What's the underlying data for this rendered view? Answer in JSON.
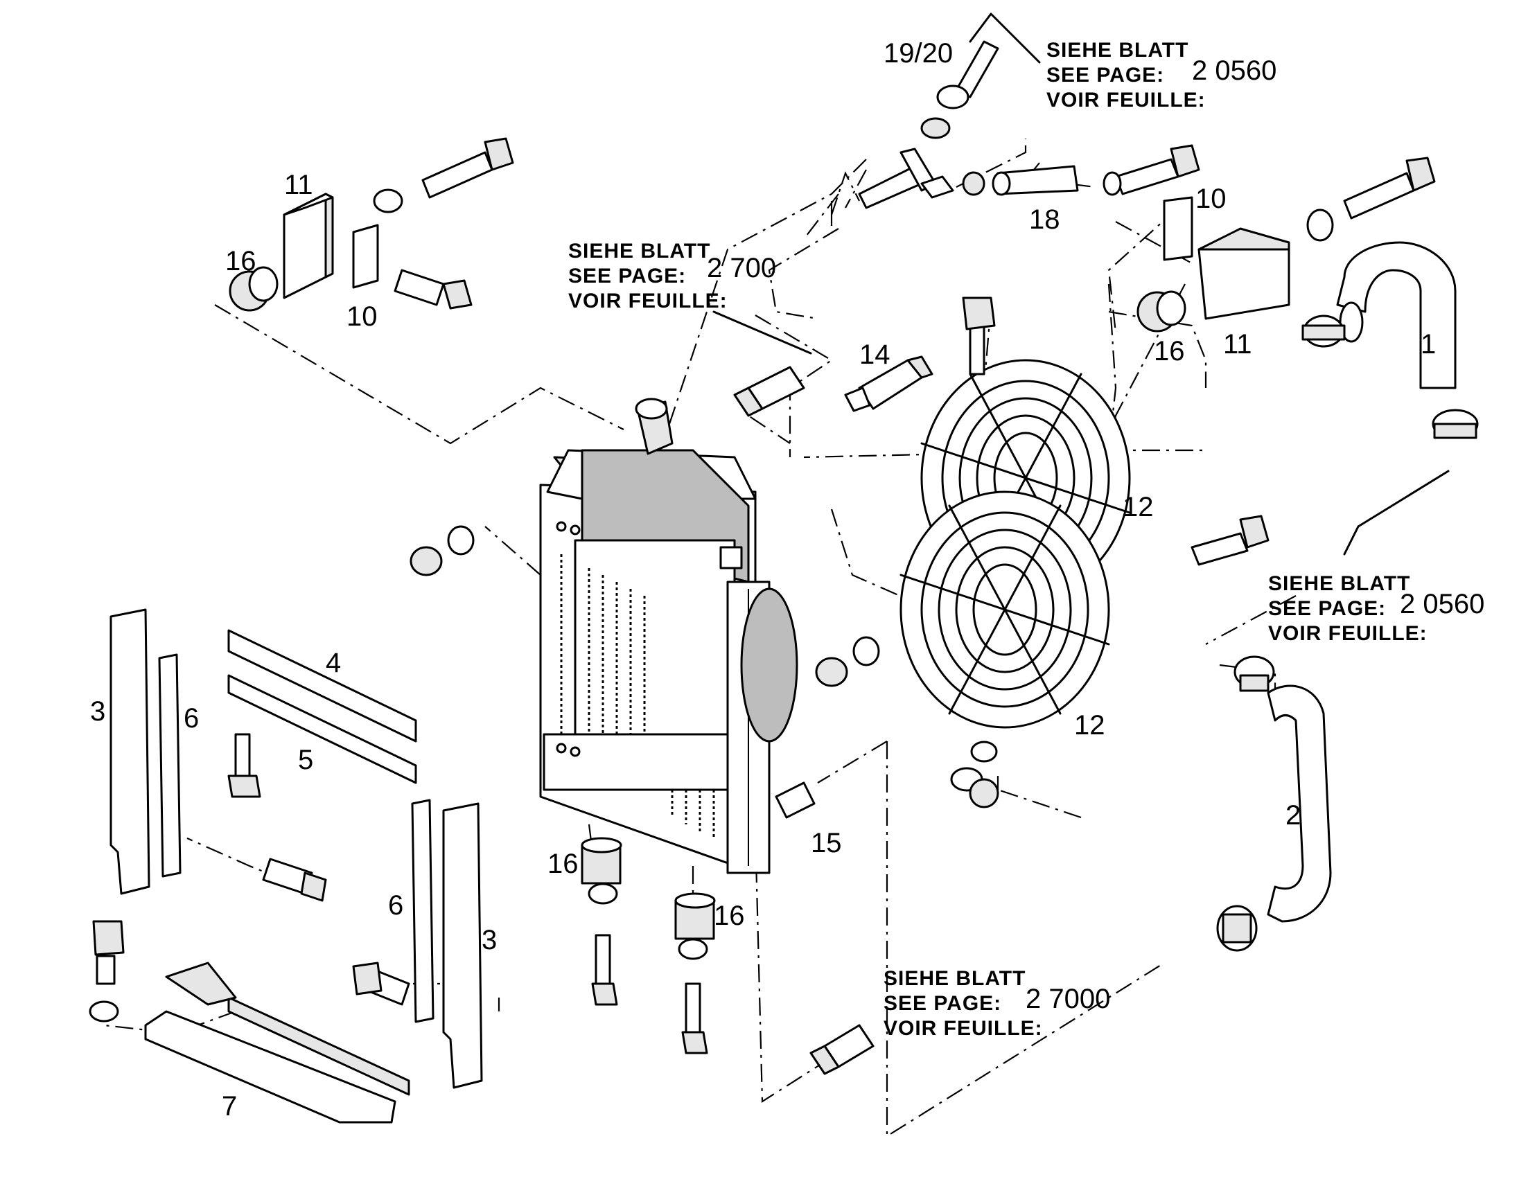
{
  "labels": {
    "hose_upper": "1",
    "hose_lower": "2",
    "side_bracket_left": "3",
    "side_bracket_right": "3",
    "strip_upper": "4",
    "strip_lower": "5",
    "side_strip_left": "6",
    "side_strip_right": "6",
    "bottom_plate": "7",
    "plate_left": "10",
    "plate_right": "10",
    "angle_bracket_left": "11",
    "angle_bracket_right": "11",
    "fan_guard_upper": "12",
    "fan_guard_lower": "12",
    "temp_switch": "14",
    "drain_fitting": "15",
    "mount_left_top": "16",
    "mount_right_top": "16",
    "mount_bottom_left": "16",
    "mount_bottom_right": "16",
    "hose_short": "18",
    "y_fitting": "19/20"
  },
  "references": [
    {
      "line1": "SIEHE BLATT",
      "line2": "SEE PAGE:",
      "line3": "VOIR FEUILLE:",
      "page": "2 0560"
    },
    {
      "line1": "SIEHE BLATT",
      "line2": "SEE PAGE:",
      "line3": "VOIR FEUILLE:",
      "page": "2 700"
    },
    {
      "line1": "SIEHE BLATT",
      "line2": "SEE PAGE:",
      "line3": "VOIR FEUILLE:",
      "page": "2 0560"
    },
    {
      "line1": "SIEHE BLATT",
      "line2": "SEE PAGE:",
      "line3": "VOIR FEUILLE:",
      "page": "2 7000"
    }
  ]
}
